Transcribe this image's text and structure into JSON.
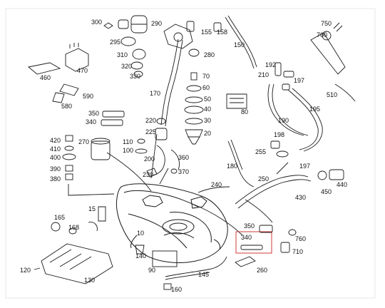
{
  "labels": [
    "300",
    "290",
    "155",
    "158",
    "750",
    "700",
    "295",
    "310",
    "320",
    "330",
    "280",
    "150",
    "460",
    "470",
    "192",
    "210",
    "197",
    "510",
    "590",
    "580",
    "70",
    "60",
    "50",
    "40",
    "30",
    "20",
    "170",
    "80",
    "190",
    "195",
    "350",
    "340",
    "220",
    "225",
    "420",
    "410",
    "400",
    "390",
    "380",
    "270",
    "110",
    "100",
    "200",
    "230",
    "360",
    "370",
    "180",
    "255",
    "198",
    "197",
    "250",
    "430",
    "450",
    "440",
    "240",
    "165",
    "168",
    "15",
    "10",
    "140",
    "90",
    "145",
    "160",
    "120",
    "130",
    "350",
    "340",
    "260",
    "710",
    "760"
  ],
  "colors": {
    "line": "#1a1a1a",
    "highlight": "#d23a3a"
  }
}
